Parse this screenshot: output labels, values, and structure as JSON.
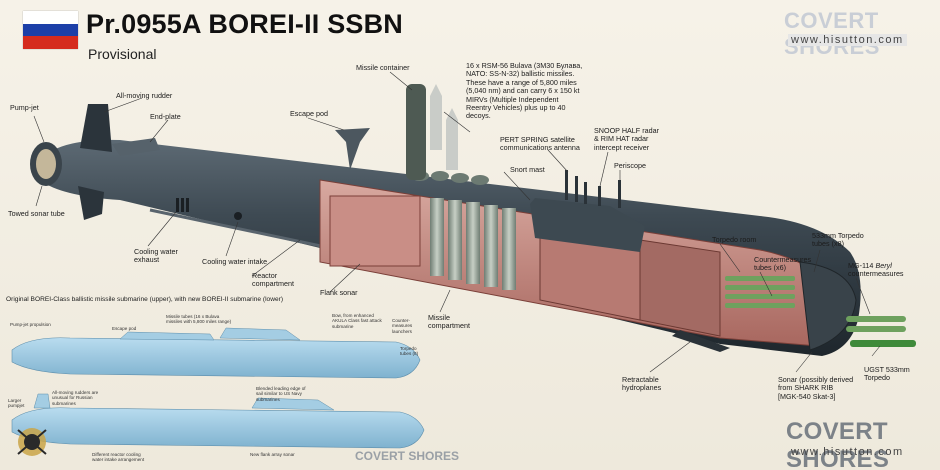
{
  "header": {
    "title": "Pr.0955A BOREI-II SSBN",
    "subtitle": "Provisional"
  },
  "brand": {
    "name": "COVERT SHORES",
    "url": "www.hisutton.com",
    "small_name": "COVERT SHORES"
  },
  "flag_colors": [
    "#ffffff",
    "#1c3fa8",
    "#d52b1e"
  ],
  "labels": {
    "pump_jet": "Pump-jet",
    "all_moving_rudder": "All-moving rudder",
    "end_plate": "End-plate",
    "towed_sonar_tube": "Towed sonar tube",
    "escape_pod": "Escape pod",
    "missile_container": "Missile container",
    "missile_desc": [
      "16 x RSM-56 Bulava (3M30 Булава,",
      "NATO: SS-N-32) ballistic missiles.",
      "These have a range of 5,800 miles",
      "(5,040 nm) and can carry 6 x 150 kt",
      "MIRVs (Multiple Independent",
      "Reentry Vehicles) plus up to 40",
      "decoys."
    ],
    "pert_spring": [
      "PERT SPRING satellite",
      "communications antenna"
    ],
    "snoop_half": [
      "SNOOP HALF radar",
      "& RIM HAT radar",
      "intercept receiver"
    ],
    "snort_mast": "Snort mast",
    "periscope": "Periscope",
    "cooling_water_exhaust": [
      "Cooling water",
      "exhaust"
    ],
    "cooling_water_intake": "Cooling water intake",
    "reactor_compartment": [
      "Reactor",
      "compartment"
    ],
    "flank_sonar": "Flank sonar",
    "missile_compartment": [
      "Missile",
      "compartment"
    ],
    "torpedo_room": "Torpedo room",
    "torpedo_tubes": [
      "533mm Torpedo",
      "tubes (x8)"
    ],
    "countermeasures_tubes": [
      "Countermeasures",
      "tubes (x6)"
    ],
    "mg114_a": "MG-114 ",
    "mg114_b": "Beryl",
    "mg114_c": "countermeasures",
    "ugst": [
      "UGST 533mm",
      "Torpedo"
    ],
    "retractable_hydroplanes": [
      "Retractable",
      "hydroplanes"
    ],
    "sonar": [
      "Sonar (possibly derived",
      "from  SHARK RIB",
      "[MGK-540 Skat-3]"
    ]
  },
  "comparison": {
    "caption": "Original BOREI-Class ballistic missile submarine (upper), with new BOREI-II submarine (lower)",
    "upper": {
      "pump_jet": "Pump-jet propulsion",
      "escape_pod": "Escape pod",
      "missile_tubes": [
        "Missile tubes (16 x Bulava",
        "missiles with 5,800 miles range)"
      ],
      "bow": [
        "Bow, from enhanced",
        "AKULA Class fast attack",
        "submarine"
      ],
      "countermeasures": [
        "Counter-",
        "measures",
        "launchers"
      ],
      "torpedo": [
        "Torpedo",
        "tubes (8)"
      ]
    },
    "lower": {
      "all_moving": [
        "All-moving rudders are",
        "unusual for Russian",
        "submarines"
      ],
      "larger_pumpjet": [
        "Larger",
        "pumpjet"
      ],
      "blended": [
        "Blended leading edge of",
        "sail similar to US Navy",
        "submarines"
      ],
      "different_cooling": [
        "Different reactor cooling",
        "water intake arrangement"
      ],
      "new_flank": "New flank array sonar"
    }
  }
}
